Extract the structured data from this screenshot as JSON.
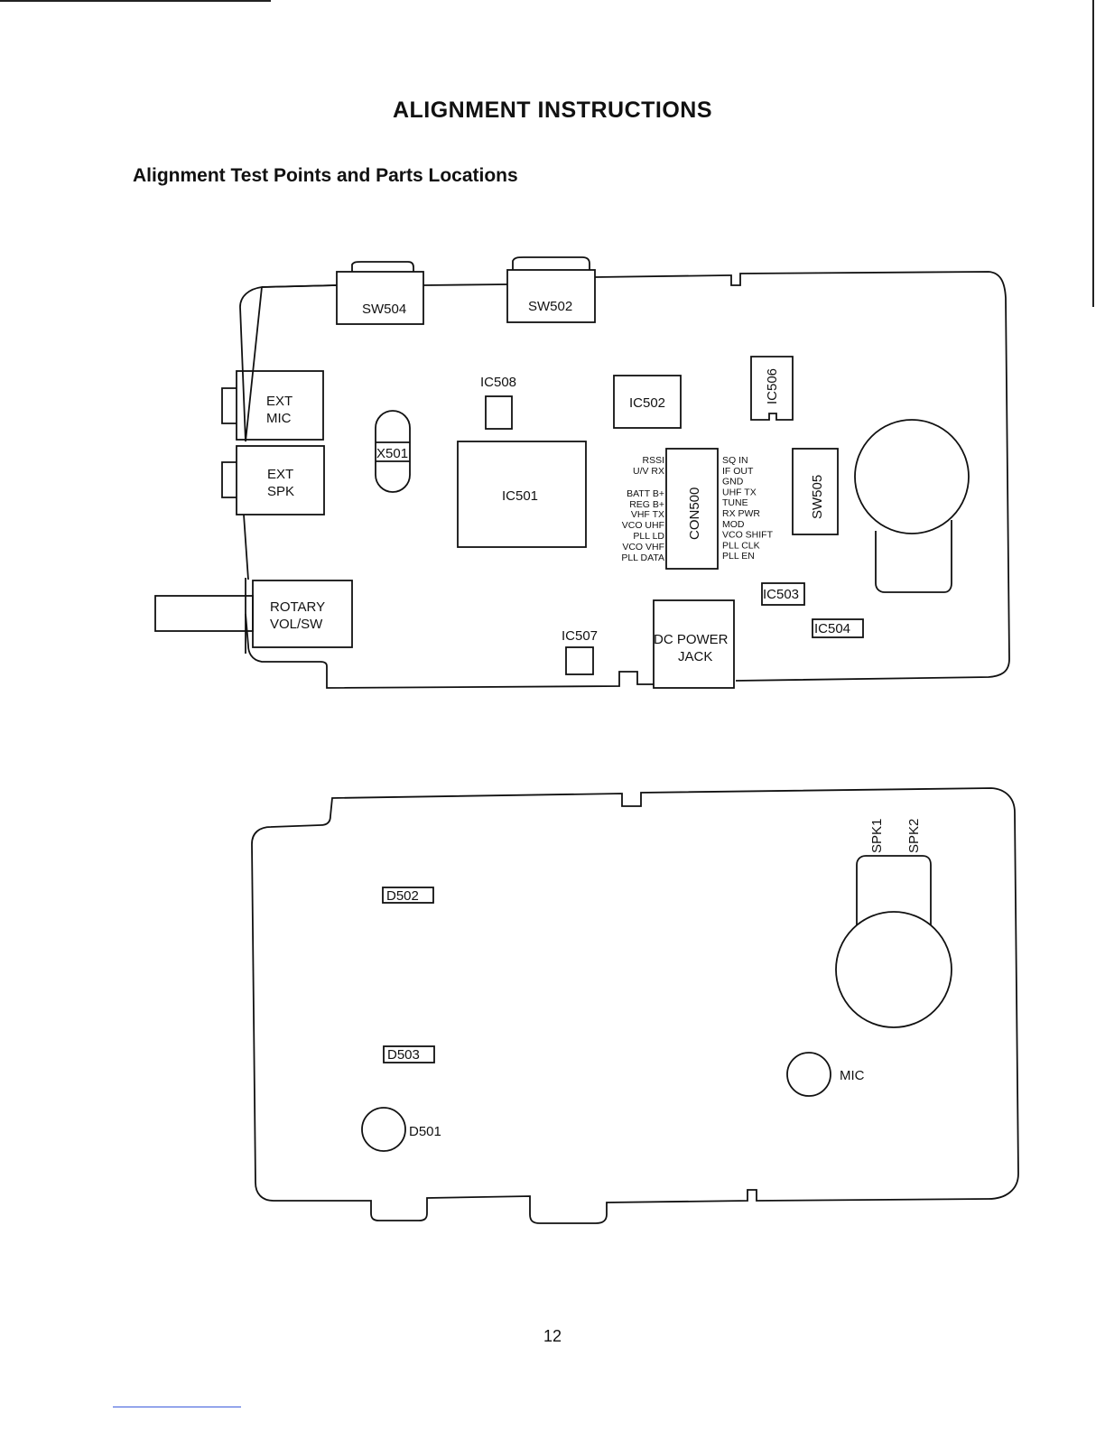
{
  "page": {
    "title": "ALIGNMENT INSTRUCTIONS",
    "section_title": "Alignment Test Points and Parts Locations",
    "page_number": "12"
  },
  "top_board": {
    "components": {
      "sw504": "SW504",
      "sw502": "SW502",
      "ext_mic_1": "EXT",
      "ext_mic_2": "MIC",
      "ext_spk_1": "EXT",
      "ext_spk_2": "SPK",
      "x501": "X501",
      "ic508": "IC508",
      "ic501": "IC501",
      "ic502": "IC502",
      "ic506": "IC506",
      "con500": "CON500",
      "sw505": "SW505",
      "rotary_1": "ROTARY",
      "rotary_2": "VOL/SW",
      "ic507": "IC507",
      "dc_power_1": "DC POWER",
      "dc_power_2": "JACK",
      "ic503": "IC503",
      "ic504": "IC504"
    },
    "con500_left_pins": [
      "RSSI",
      "U/V RX",
      "BATT B+",
      "REG B+",
      "VHF TX",
      "VCO UHF",
      "PLL LD",
      "VCO VHF",
      "PLL DATA"
    ],
    "con500_right_pins": [
      "SQ IN",
      "IF OUT",
      "GND",
      "UHF TX",
      "TUNE",
      "RX PWR",
      "MOD",
      "VCO SHIFT",
      "PLL CLK",
      "PLL EN"
    ]
  },
  "bottom_board": {
    "components": {
      "d502": "D502",
      "d503": "D503",
      "d501": "D501",
      "spk1": "SPK1",
      "spk2": "SPK2",
      "mic": "MIC"
    }
  },
  "colors": {
    "ink": "#111111",
    "paper": "#ffffff",
    "rule_blue": "#3b5bdb"
  }
}
